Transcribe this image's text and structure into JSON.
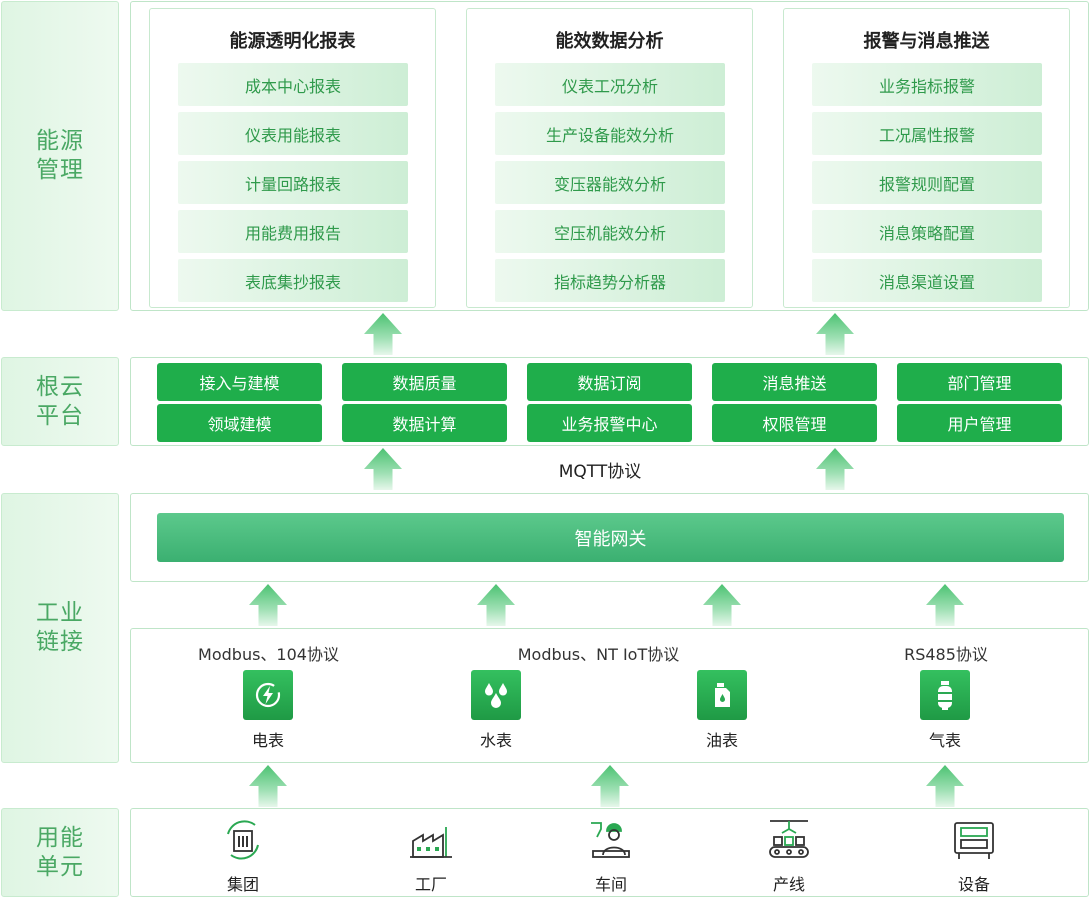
{
  "layers": {
    "energy": "能源管理",
    "platform": "根云平台",
    "industrial": "工业链接",
    "units": "用能单元"
  },
  "cards": [
    {
      "title": "能源透明化报表",
      "items": [
        "成本中心报表",
        "仪表用能报表",
        "计量回路报表",
        "用能费用报告",
        "表底集抄报表"
      ]
    },
    {
      "title": "能效数据分析",
      "items": [
        "仪表工况分析",
        "生产设备能效分析",
        "变压器能效分析",
        "空压机能效分析",
        "指标趋势分析器"
      ]
    },
    {
      "title": "报警与消息推送",
      "items": [
        "业务指标报警",
        "工况属性报警",
        "报警规则配置",
        "消息策略配置",
        "消息渠道设置"
      ]
    }
  ],
  "platform_modules": {
    "row1": [
      "接入与建模",
      "数据质量",
      "数据订阅",
      "消息推送",
      "部门管理"
    ],
    "row2": [
      "领域建模",
      "数据计算",
      "业务报警中心",
      "权限管理",
      "用户管理"
    ]
  },
  "mqtt_label": "MQTT协议",
  "gateway_label": "智能网关",
  "protocols": [
    "Modbus、104协议",
    "Modbus、NT  IoT协议",
    "RS485协议"
  ],
  "meters": [
    {
      "label": "电表",
      "icon": "lightning-icon"
    },
    {
      "label": "水表",
      "icon": "water-drops-icon"
    },
    {
      "label": "油表",
      "icon": "oil-can-icon"
    },
    {
      "label": "气表",
      "icon": "gas-cylinder-icon"
    }
  ],
  "units": [
    {
      "label": "集团",
      "icon": "group-building-icon"
    },
    {
      "label": "工厂",
      "icon": "factory-icon"
    },
    {
      "label": "车间",
      "icon": "worker-workshop-icon"
    },
    {
      "label": "产线",
      "icon": "production-line-icon"
    },
    {
      "label": "设备",
      "icon": "machine-equipment-icon"
    }
  ],
  "colors": {
    "brand_green": "#1fae4b",
    "light_green": "#dff5e3",
    "text_green": "#2f9a4b"
  }
}
